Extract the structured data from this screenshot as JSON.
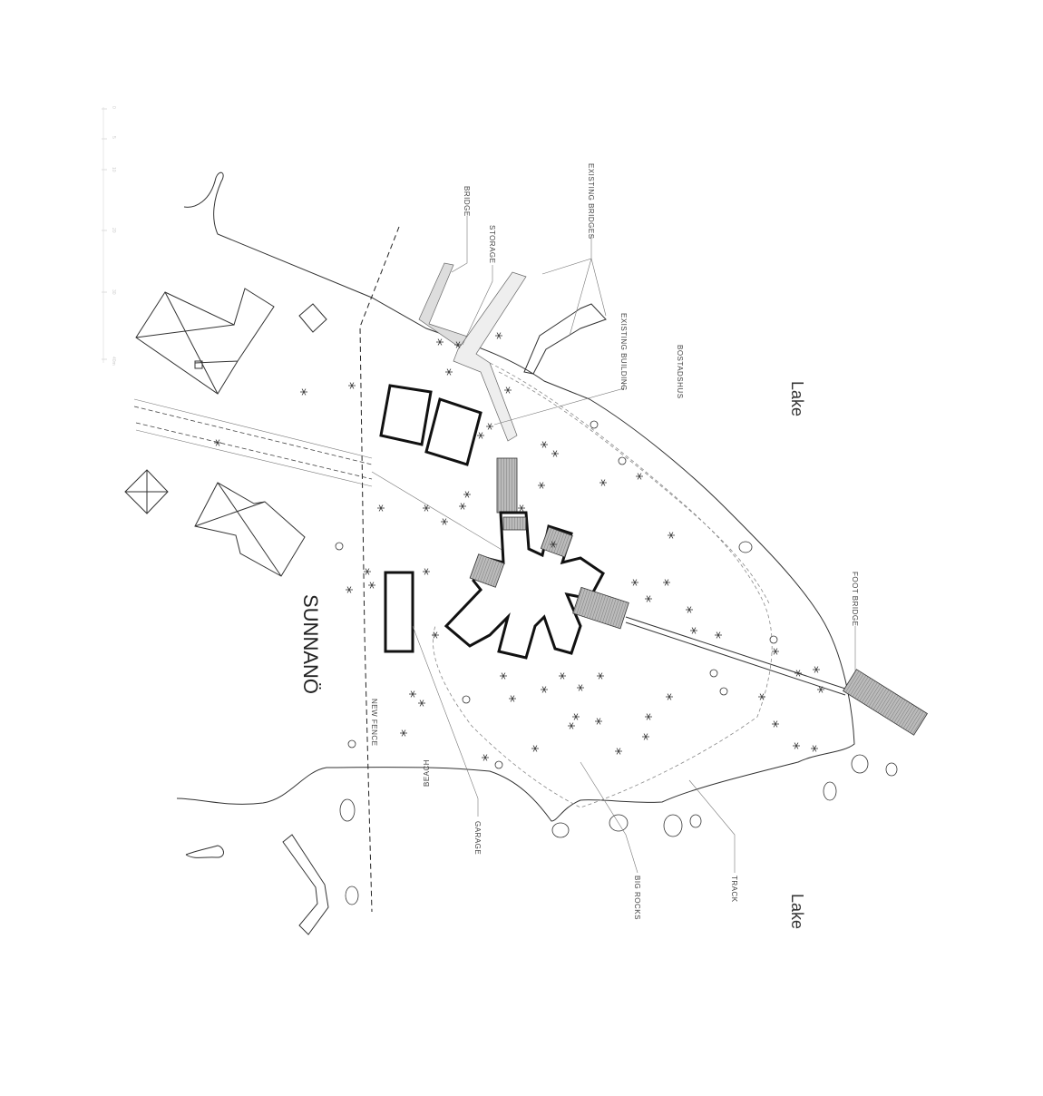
{
  "title": "Sunnanö site plan",
  "place_name": "SUNNANÖ",
  "labels": {
    "existing_bridges": "EXISTING BRIDGES",
    "bridge": "BRIDGE",
    "storage": "STORAGE",
    "existing_building": "EXISTING BUILDING",
    "bostadshus": "BOSTADSHUS",
    "lake_north": "Lake",
    "lake_south": "Lake",
    "foot_bridge": "FOOT BRIDGE",
    "new_fence": "NEW FENCE",
    "beach": "BEACH",
    "garage": "GARAGE",
    "big_rocks": "BIG ROCKS",
    "track": "TRACK"
  },
  "scale_bar": {
    "ticks": [
      "0",
      "5",
      "10",
      "20",
      "30",
      "40m"
    ]
  }
}
